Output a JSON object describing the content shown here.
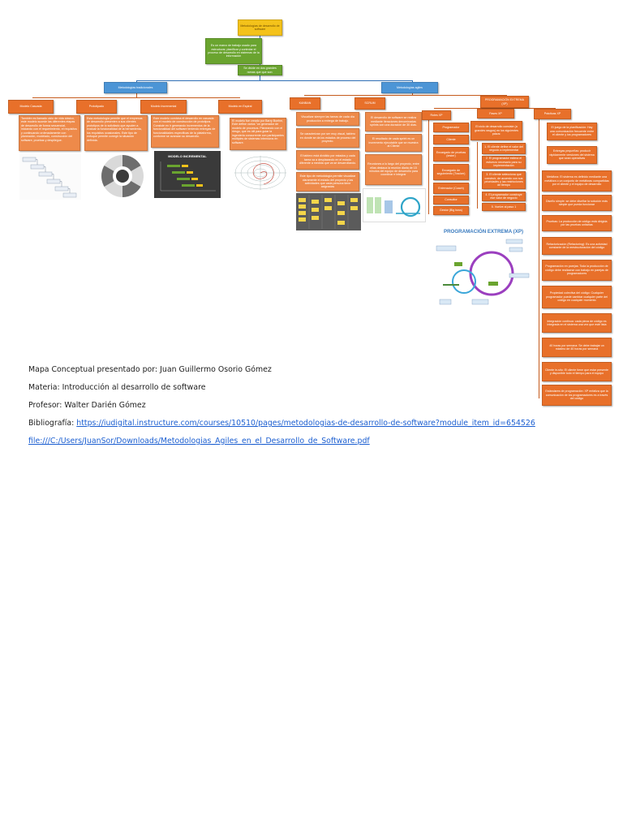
{
  "root": {
    "title": "Metodologías de desarrollo de software",
    "definition": "Es un marco de trabajo usado para estructurar, planificar y controlar el proceso de desarrollo en sistemas de la información",
    "division": "Se divide en dos grandes ramas que que son:"
  },
  "traditional": {
    "title": "Metodologías tradicionales",
    "models": [
      {
        "name": "Modelo Cascada",
        "desc": "También es llamado ciclo de vida clásico, este modelo sucede las diferentes etapas de desarrollo de forma secuencial, iniciando con el requerimiento, el requisitos y continuando ordenadamente con planeación, modelado, construcción del software, pruebas y despliegue."
      },
      {
        "name": "Prototipado",
        "desc": "Esta metodología permite que el empresas de desarrollo presenten a sus clientes prototipos de lo solicitado que ayuden a evaluar la funcionalidad de la herramienta, los requisitos ocasionales. Este tipo de enfoque permite corregir la situación definida."
      },
      {
        "name": "Modelo Incremental",
        "desc": "Este modelo combina el desarrollo en cascada con el modelo de construcción de prototipos. Consiste en ir generando incrementos de la funcionalidad del software teniendo entregas de funcionalidades específicas de la plataforma, conforme se avanzan su desarrollo.",
        "image_title": "MODELO INCREMENTAL"
      },
      {
        "name": "Modelo en Espiral",
        "desc": "El modelo fue creado por Barry Boehm, Este define varios \"un generador de modelo de procesos. Planeando con el riesgo, que es útil para guiar la ingeniería concurrente con participantes múltiples de sistemas intensivos en software."
      }
    ]
  },
  "agile": {
    "title": "Metodologías agiles",
    "kanban": {
      "name": "KANBAN",
      "items": [
        "Visualizar siempre las tareas de cada día producción a entrega de trabajo.",
        "Se caracterizan por ser muy visual, tablero en donde se da los estados de proceso del proyecto.",
        "El tablero está dividido por estados y cada tarea va a desplazando en el estado diferente a medida que va se desarrollando.",
        "Este tipo de metodología permite visualizar claramente el estado del proyecto y las actividades que cada persona tiene asignadas"
      ]
    },
    "scrum": {
      "name": "SCRUM",
      "items": [
        "El desarrollo de software se realiza mediante iteraciones denominadas sprints con una duración de 30 días.",
        "El resultado de cada sprint es un incremento ejecutable que se muestra al Cliente",
        "Reuniones a lo largo del proyecto, entre ellas destaca la reunión diaria de 15 minutos del equipo de desarrollo para coordinar e integrar"
      ]
    },
    "xp": {
      "name": "PROGRAMACIÓN EXTREMA (XP)",
      "roles_title": "Roles XP",
      "roles": [
        "Programador",
        "Cliente",
        "Encargado de pruebas (tester)",
        "Encargado de seguimiento (Tracker)",
        "Entrenador (Coach)",
        "Consultor",
        "Gestor (Big boss)"
      ],
      "phases_title": "Fases XP",
      "phases_intro": "El ciclo de desarrollo consiste (a grandes rasgos) en los siguientes pasos:",
      "phases": [
        "1. El cliente define el valor del negocio a implementar",
        "2. El programador estima el esfuerzo necesario para su implementación",
        "3. El cliente selecciona que construir, de acuerdo con sus prioridades y las restricciones de tiempo",
        "4. El programador construye ese valor de negocio",
        "5. Vuelve al paso 1"
      ],
      "image_title": "PROGRAMACIÓN EXTREMA (XP)",
      "practices_title": "Prácticas XP",
      "practices": [
        "El juego de la planificación: Hay una comunicación frecuente entre el cliente y los programadores",
        "Entregas pequeñas: producir rápidamente versiones del sistema que sean operativas",
        "Metáfora: El sistema es definido mediante una metáfora o un conjunto de metáforas compartidas por el cliente y el equipo de desarrollo",
        "Diseño simple: se debe diseñar la solución más simple que pueda funcionar",
        "Pruebas: La producción de código está dirigida por las pruebas unitarias",
        "Refactorización (Refactoring): Es una actividad constante de la reestructuración del código",
        "Programación en parejas: Toda la producción de código debe realizarse con trabajo en parejas de programadores",
        "Propiedad colectiva del código: Cualquier programador puede cambiar cualquier parte del código en cualquier momento",
        "Integración continua: cada pieza de código es integrada en el sistema una vez que esté lista",
        "40 horas por semana: Se debe trabajar un máximo de 40 horas por semana",
        "Cliente in-situ: El cliente tiene que estar presente y disponible todo el tiempo para el equipo",
        "Estándares de programación: XP enfatiza que la comunicación de los programadores es a través del código"
      ]
    }
  },
  "footer": {
    "author_line": "Mapa Conceptual presentado por: Juan Guillermo Osorio Gómez",
    "subject_line": "Materia: Introducción al desarrollo de software",
    "professor_line": "Profesor: Walter Darién Gómez",
    "bib_label": "Bibliografía: ",
    "bib_link1": "https://iudigital.instructure.com/courses/10510/pages/metodologias-de-desarrollo-de-software?module_item_id=654526",
    "bib_link2": "file:///C:/Users/JuanSor/Downloads/Metodologias_Agiles_en_el_Desarrollo_de_Software.pdf"
  },
  "colors": {
    "orange": "#e8702a",
    "yellow": "#f4c21a",
    "green": "#6aa42f",
    "blue": "#4c95d6",
    "link": "#1c5fd1"
  }
}
